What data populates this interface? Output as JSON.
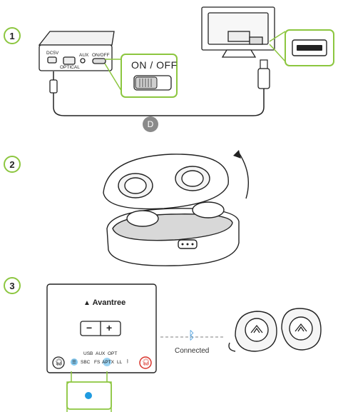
{
  "steps": [
    "1",
    "2",
    "3"
  ],
  "step1": {
    "switch_label": "ON / OFF",
    "transmitter_ports": [
      "DC5V",
      "OPTICAL",
      "AUX",
      "ON/OFF"
    ],
    "cable_marker": "D"
  },
  "step3": {
    "brand": "Avantree",
    "minus": "−",
    "plus": "+",
    "row1": [
      "USB",
      "AUX",
      "OPT"
    ],
    "row2": [
      "SBC",
      "FS",
      "APTX",
      "LL"
    ],
    "connected": "Connected"
  },
  "colors": {
    "accent": "#8cc63f",
    "bluetooth": "#2f8fd8",
    "led_blue": "#1f9be0",
    "headphone_red": "#d9342b"
  }
}
